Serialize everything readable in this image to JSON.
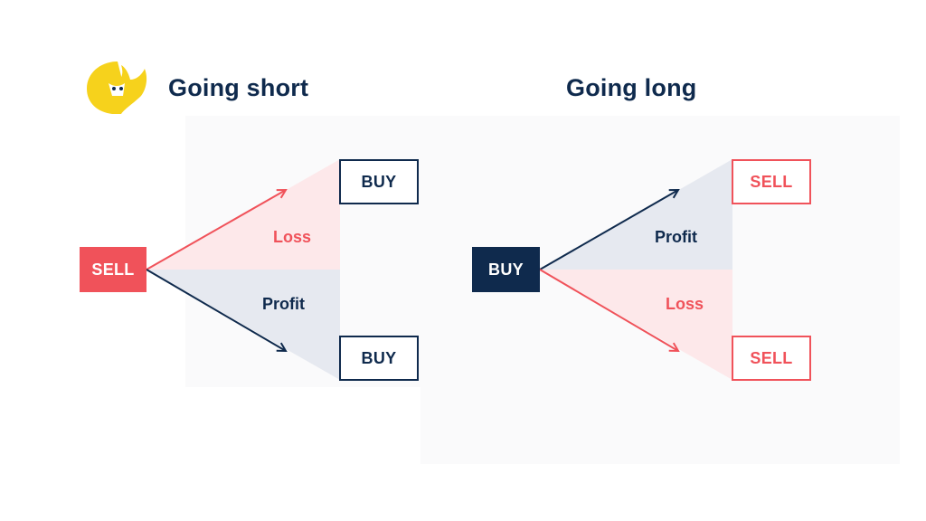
{
  "logo": {
    "icon": "bull-head-icon",
    "color": "#f6d21c"
  },
  "short": {
    "title": "Going short",
    "start": "SELL",
    "top_end": "BUY",
    "bottom_end": "BUY",
    "top_label": "Loss",
    "bottom_label": "Profit"
  },
  "long": {
    "title": "Going long",
    "start": "BUY",
    "top_end": "SELL",
    "bottom_end": "SELL",
    "top_label": "Profit",
    "bottom_label": "Loss"
  },
  "colors": {
    "navy": "#0f2a4d",
    "red": "#f0525a",
    "loss_fill": "#fde8ea",
    "profit_fill": "#e6e9f0",
    "logo_yellow": "#f6d21c"
  }
}
